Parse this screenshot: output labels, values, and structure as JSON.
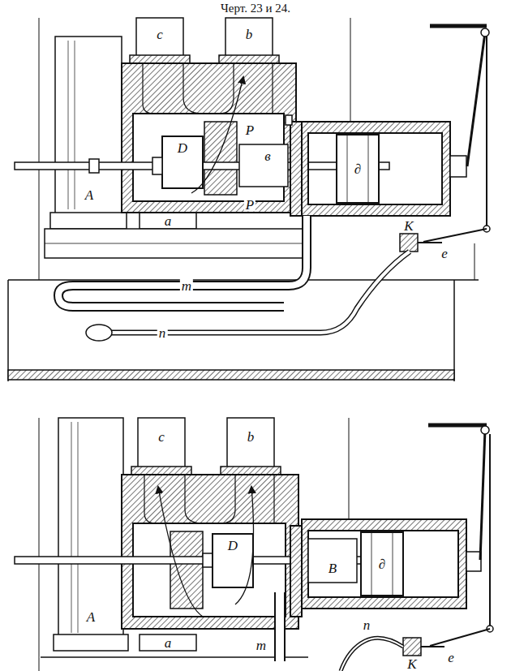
{
  "diagram": {
    "title": "Черт. 23 и 24.",
    "labels": [
      "c",
      "b",
      "D",
      "в",
      "P",
      "P",
      "∂",
      "A",
      "a",
      "m",
      "n",
      "K",
      "e",
      "c",
      "b",
      "D",
      "B",
      "∂",
      "A",
      "a",
      "m",
      "n",
      "K",
      "e"
    ]
  }
}
